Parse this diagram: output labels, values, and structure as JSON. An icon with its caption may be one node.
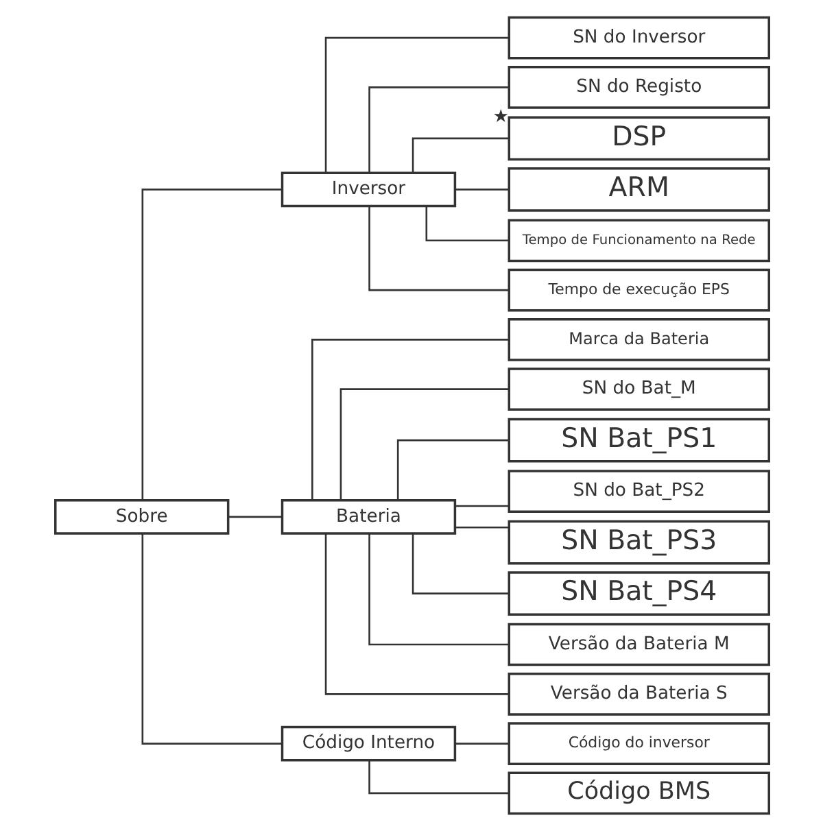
{
  "diagram": {
    "nodes": [
      {
        "text": [
          "Sobre"
        ]
      },
      {
        "text": [
          "Inversor"
        ]
      },
      {
        "text": [
          "SN do Inversor"
        ]
      },
      {
        "text": [
          "SN do Registo"
        ],
        "beside": [
          "★"
        ]
      },
      {
        "text": [
          "DSP"
        ]
      },
      {
        "text": [
          "ARM"
        ]
      },
      {
        "text": [
          "Tempo de Funcionamento na Rede"
        ]
      },
      {
        "text": [
          "Tempo de execução EPS"
        ]
      },
      {
        "text": [
          "Bateria"
        ]
      },
      {
        "text": [
          "Marca da Bateria"
        ]
      },
      {
        "text": [
          "SN do Bat_M"
        ]
      },
      {
        "text": [
          "SN Bat_PS1"
        ]
      },
      {
        "text": [
          "SN do Bat_PS2"
        ]
      },
      {
        "text": [
          "SN Bat_PS3"
        ]
      },
      {
        "text": [
          "SN Bat_PS4"
        ]
      },
      {
        "text": [
          "Versão da Bateria M"
        ]
      },
      {
        "text": [
          "Versão da Bateria S"
        ]
      },
      {
        "text": [
          "Código Interno"
        ]
      },
      {
        "text": [
          "Código do inversor"
        ]
      },
      {
        "text": [
          "Código BMS"
        ]
      }
    ],
    "edges": [
      {
        "from": 0,
        "to": 1,
        "arrow": "none"
      },
      {
        "from": 0,
        "to": 8,
        "arrow": "none"
      },
      {
        "from": 0,
        "to": 17,
        "arrow": "none"
      },
      {
        "from": 1,
        "to": 2,
        "arrow": "none"
      },
      {
        "from": 1,
        "to": 3,
        "arrow": "none"
      },
      {
        "from": 1,
        "to": 4,
        "arrow": "none"
      },
      {
        "from": 1,
        "to": 5,
        "arrow": "none"
      },
      {
        "from": 1,
        "to": 6,
        "arrow": "none"
      },
      {
        "from": 1,
        "to": 7,
        "arrow": "none"
      },
      {
        "from": 8,
        "to": 9,
        "arrow": "none"
      },
      {
        "from": 8,
        "to": 10,
        "arrow": "none"
      },
      {
        "from": 8,
        "to": 11,
        "arrow": "none"
      },
      {
        "from": 8,
        "to": 12,
        "arrow": "none"
      },
      {
        "from": 8,
        "to": 13,
        "arrow": "none"
      },
      {
        "from": 8,
        "to": 14,
        "arrow": "none"
      },
      {
        "from": 8,
        "to": 15,
        "arrow": "none"
      },
      {
        "from": 8,
        "to": 16,
        "arrow": "none"
      },
      {
        "from": 17,
        "to": 18,
        "arrow": "none"
      },
      {
        "from": 17,
        "to": 19,
        "arrow": "none"
      }
    ]
  }
}
